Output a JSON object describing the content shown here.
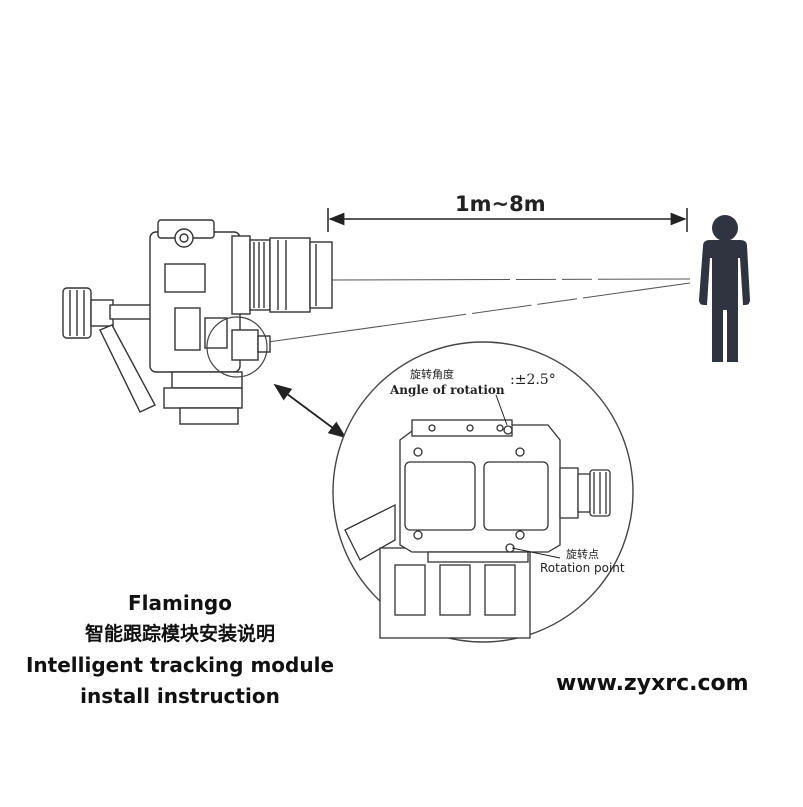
{
  "distance_label": "1m~8m",
  "angle_label_cn": "旋转角度",
  "angle_label_en": "Angle of rotation",
  "angle_value": ":±2.5°",
  "rotation_point_cn": "旋转点",
  "rotation_point_en": "Rotation point",
  "title": {
    "product": "Flamingo",
    "cn": "智能跟踪模块安装说明",
    "en_line1": "Intelligent tracking module",
    "en_line2": "install instruction"
  },
  "website": "www.zyxrc.com",
  "colors": {
    "line": "#222222",
    "person": "#2f3440",
    "device": "#3a3a3a"
  },
  "icons": {
    "person": "person-icon",
    "camera": "camera-gimbal-illustration",
    "module": "tracking-module-illustration"
  }
}
